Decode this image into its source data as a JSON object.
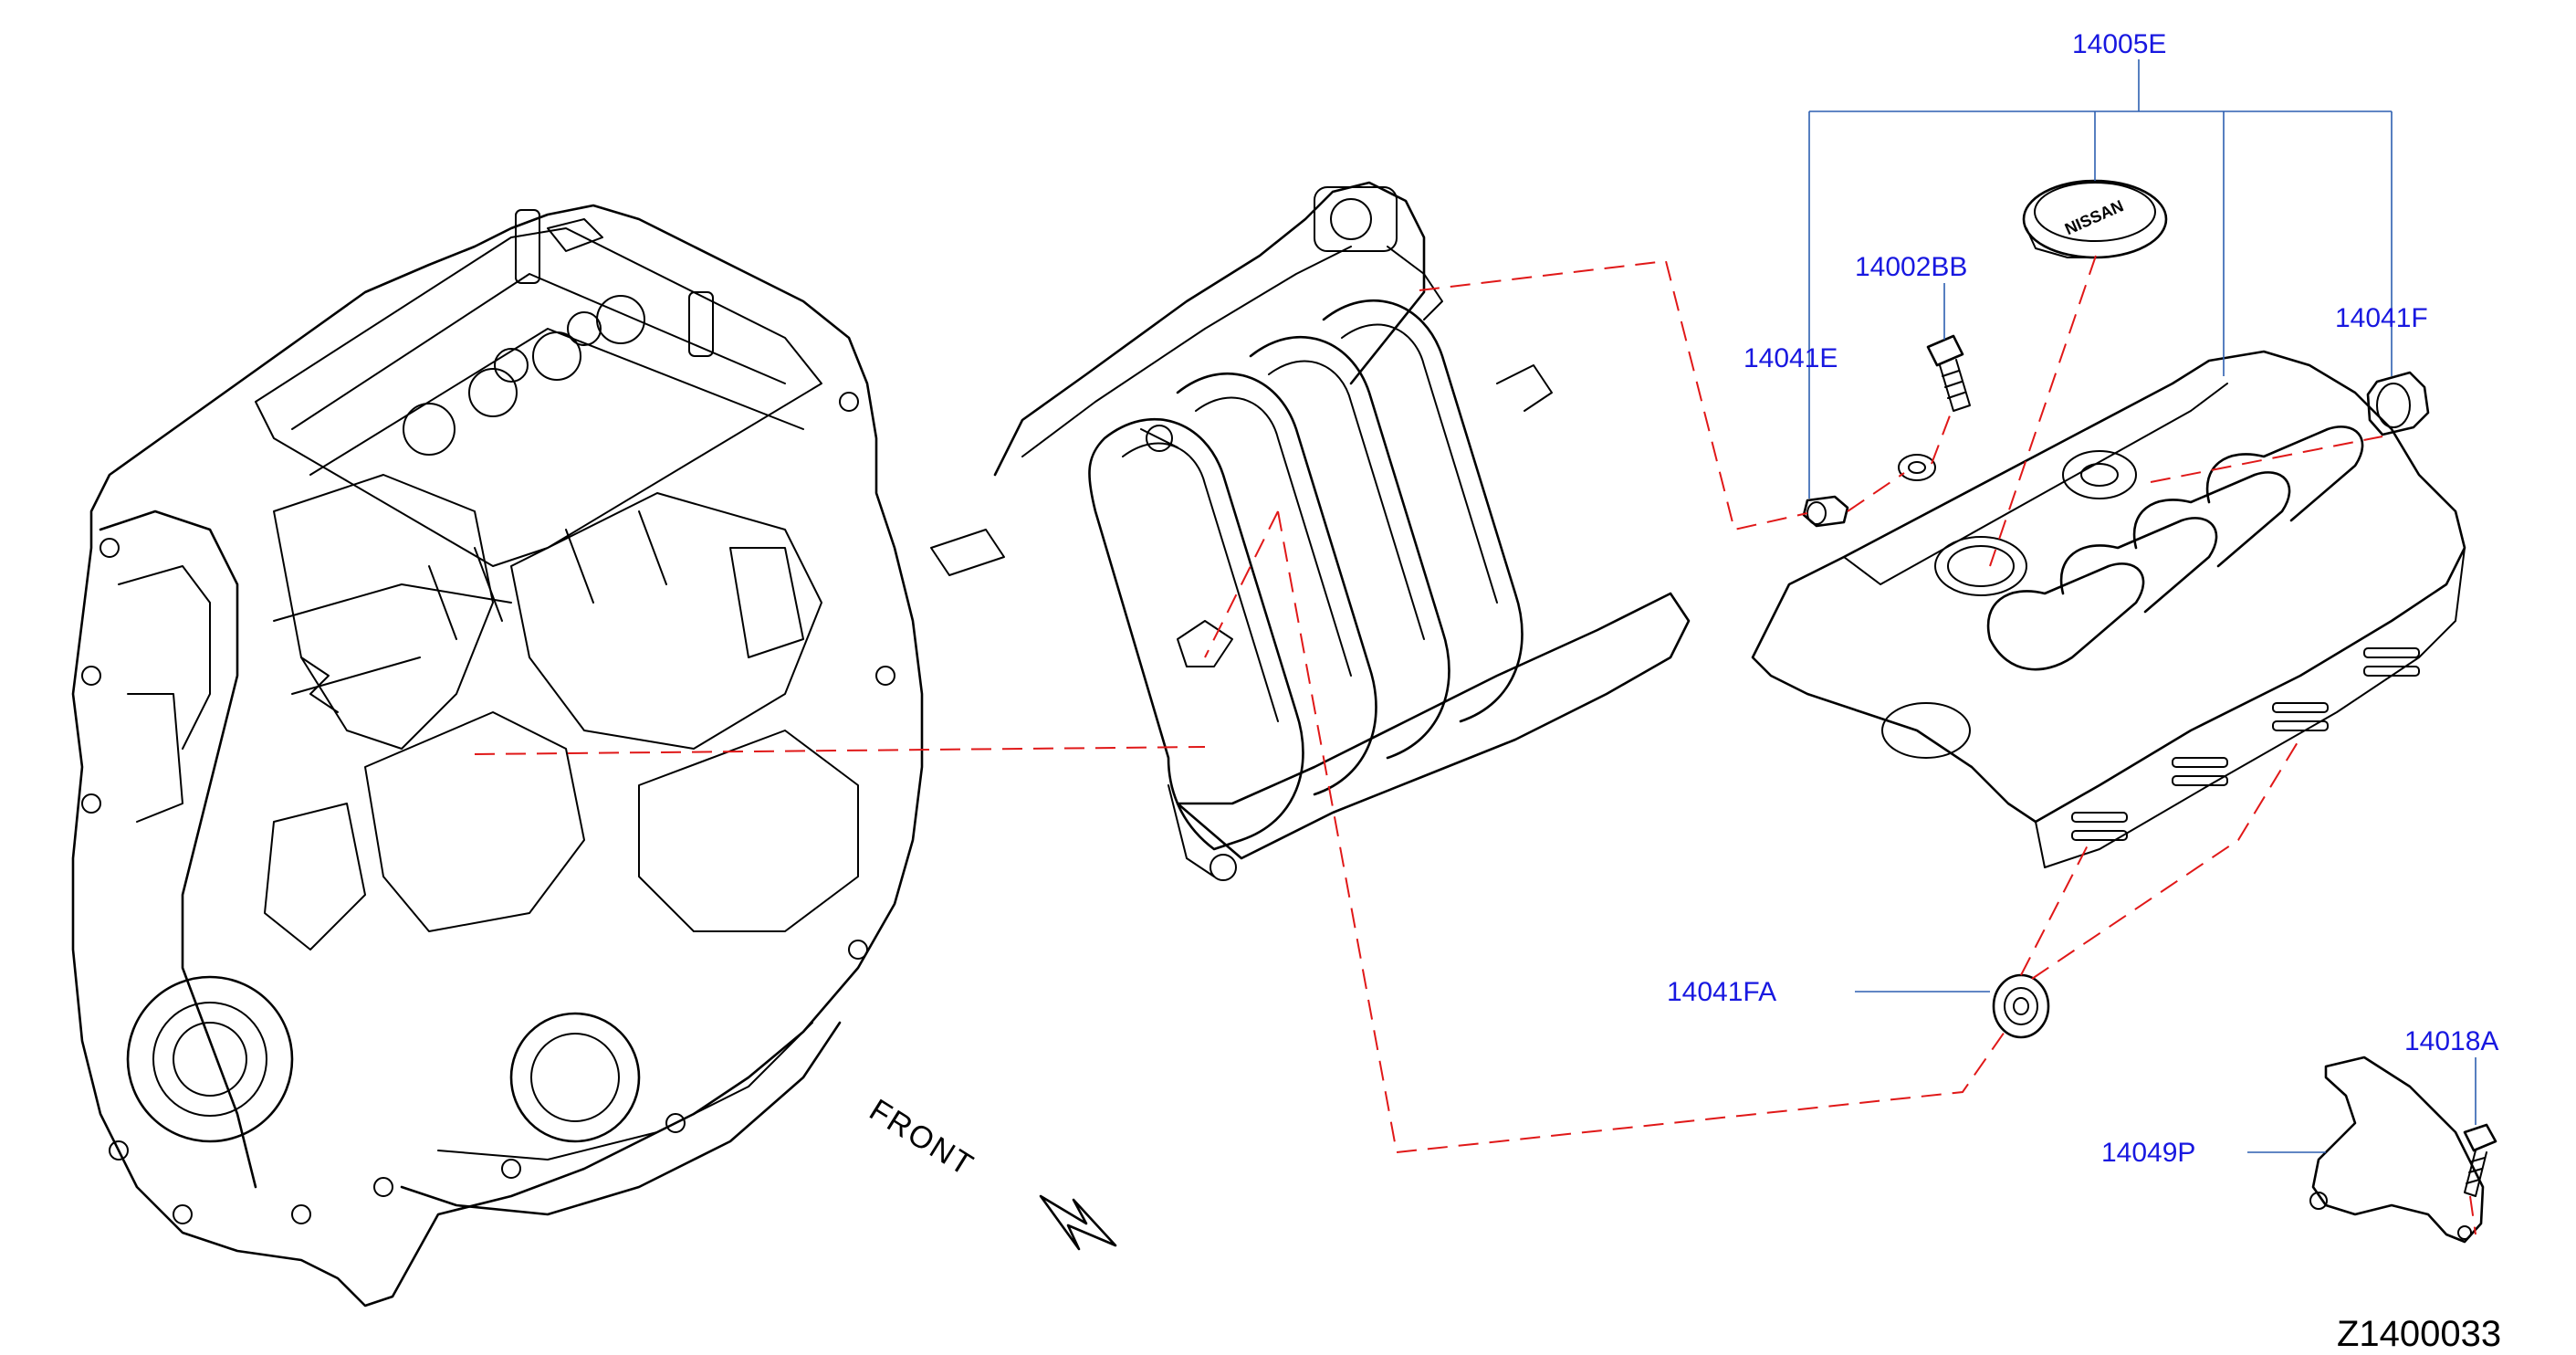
{
  "diagram": {
    "reference_code": "Z1400033",
    "direction_label": "FRONT",
    "cover_logo_text": "NISSAN"
  },
  "part_labels": {
    "p14005E": "14005E",
    "p14002BB": "14002BB",
    "p14041E": "14041E",
    "p14041F": "14041F",
    "p14041FA": "14041FA",
    "p14018A": "14018A",
    "p14049P": "14049P"
  },
  "colors": {
    "label": "#1818e0",
    "leader": "#2d5fb0",
    "dashed_relation": "#e01818",
    "line_art": "#000000"
  }
}
